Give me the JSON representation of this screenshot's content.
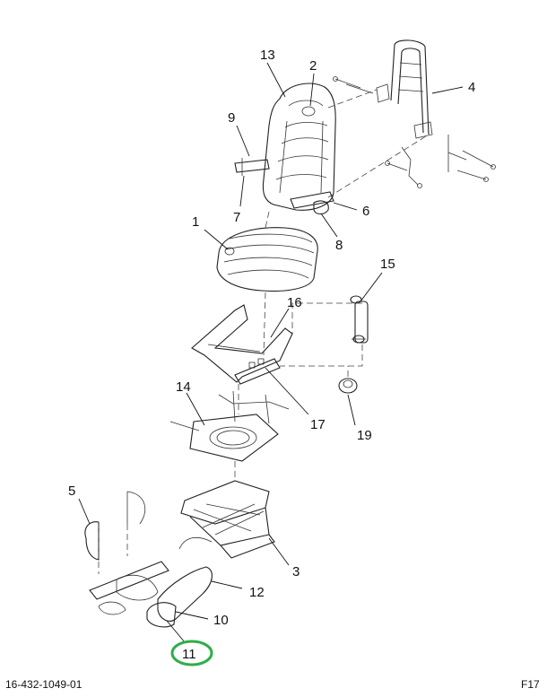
{
  "footer": {
    "document_number": "16-432-1049-01",
    "sheet_code": "F17"
  },
  "callouts": [
    "1",
    "2",
    "3",
    "4",
    "5",
    "6",
    "7",
    "8",
    "9",
    "10",
    "11",
    "12",
    "13",
    "14",
    "15",
    "16",
    "17",
    "19"
  ],
  "highlight": {
    "callout": "11",
    "color": "#2fae4a"
  },
  "colors": {
    "ink": "#222222",
    "background": "#ffffff"
  }
}
